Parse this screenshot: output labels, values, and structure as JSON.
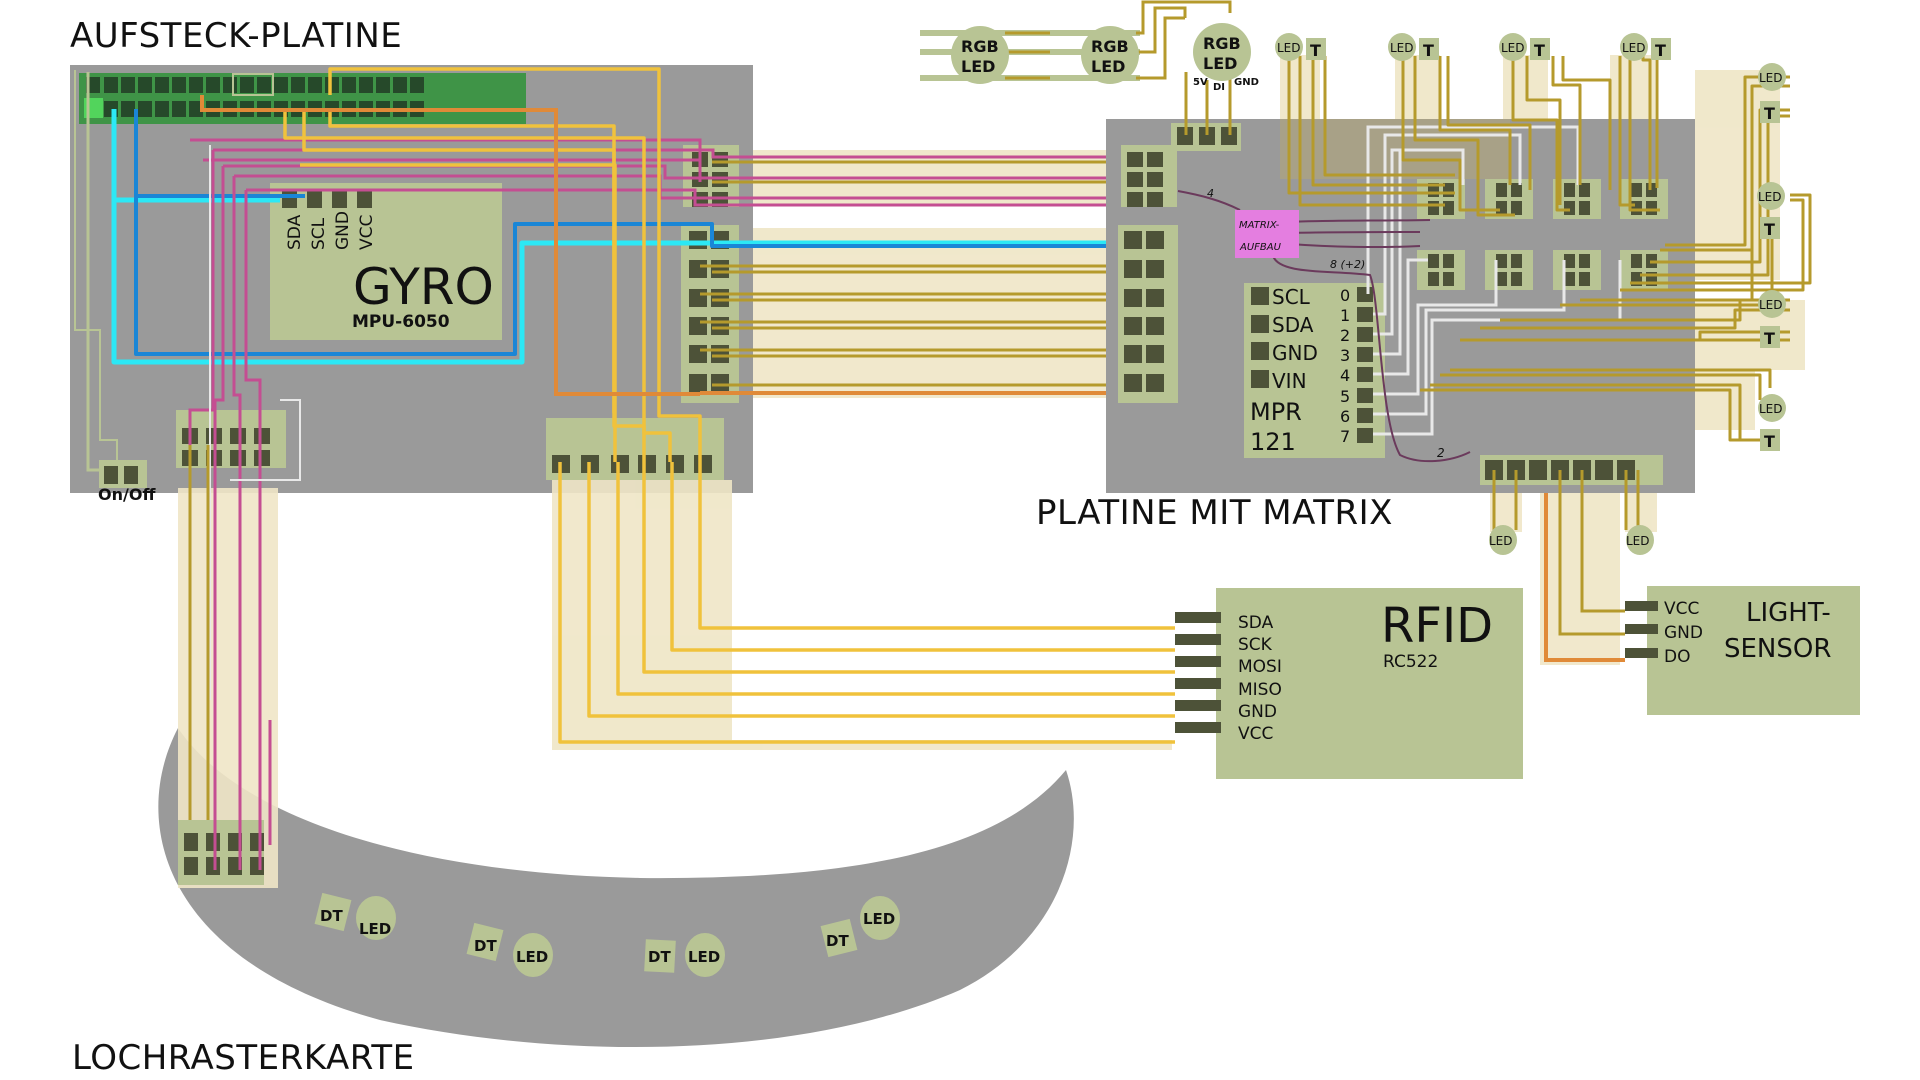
{
  "titles": {
    "aufsteck": "AUFSTECK-PLATINE",
    "matrix": "PLATINE MIT MATRIX",
    "lochraster": "LOCHRASTERKARTE"
  },
  "colors": {
    "board": "#9a9a9a",
    "module": "#b8c494",
    "pad": "#4d5238",
    "header": "#3f9447",
    "header_pin1": "#52d45c",
    "ribbon": "#efe6c6",
    "wire_gold": "#b59a2c",
    "wire_yellow": "#f0c23c",
    "wire_magenta": "#c44e92",
    "wire_cyan": "#2ce8f5",
    "wire_blue": "#1a86d6",
    "wire_orange": "#e08a38",
    "wire_white": "#e8e8e8",
    "wire_purple": "#6b3a5c",
    "note_bg": "#e47ee0"
  },
  "gyro": {
    "name": "GYRO",
    "model": "MPU-6050",
    "pins": [
      "SDA",
      "SCL",
      "GND",
      "VCC"
    ]
  },
  "switch": {
    "label": "On/Off"
  },
  "mpr121": {
    "name_line1": "MPR",
    "name_line2": "121",
    "left_pins": [
      "SCL",
      "SDA",
      "GND",
      "VIN"
    ],
    "right_pins": [
      "0",
      "1",
      "2",
      "3",
      "4",
      "5",
      "6",
      "7"
    ]
  },
  "note": {
    "line1": "MATRIX-",
    "line2": "AUFBAU",
    "annotations": [
      "4",
      "8 (+2)",
      "2"
    ]
  },
  "rgb_leds": [
    {
      "line1": "RGB",
      "line2": "LED"
    },
    {
      "line1": "RGB",
      "line2": "LED"
    },
    {
      "line1": "RGB",
      "line2": "LED"
    }
  ],
  "rgb_pins": [
    "5V",
    "DI",
    "GND"
  ],
  "led_label": "LED",
  "touch_label": "T",
  "dt_label": "DT",
  "rfid": {
    "name": "RFID",
    "model": "RC522",
    "pins": [
      "SDA",
      "SCK",
      "MOSI",
      "MISO",
      "GND",
      "VCC"
    ]
  },
  "light_sensor": {
    "name_line1": "LIGHT-",
    "name_line2": "SENSOR",
    "pins": [
      "VCC",
      "GND",
      "DO"
    ]
  }
}
